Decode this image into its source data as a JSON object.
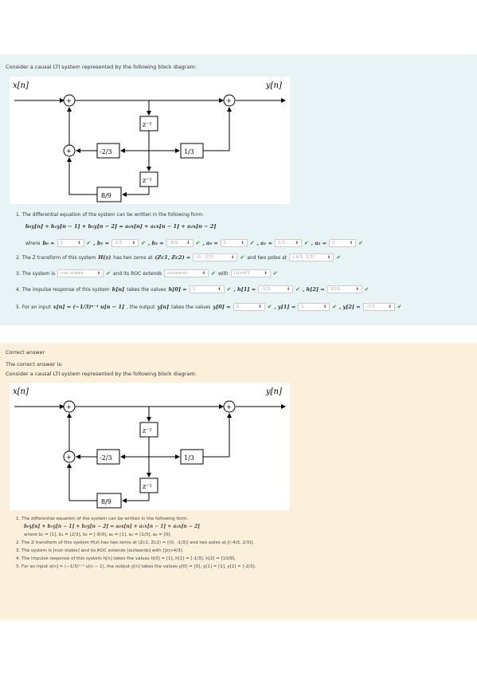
{
  "question": {
    "intro": "Consider a causal LTI system represented by the following block diagram:",
    "diagram": {
      "input_label": "x[n]",
      "output_label": "y[n]",
      "plus": "+",
      "delay_label": "z⁻¹",
      "gain_left": "-2/3",
      "gain_right": "1/3",
      "gain_bottom": "8/9"
    },
    "item1": {
      "text": "1. The differential equation of the system can be written in the following form:",
      "equation": "b₀y[n] + b₁y[n − 1] + b₂y[n − 2] = a₀x[n] + a₁x[n − 1] + a₂x[n − 2]",
      "where": "where",
      "b0": "b₀ =",
      "b0_val": "1",
      "b1": ", b₁ =",
      "b1_val": "2/3",
      "b2": ", b₂ =",
      "b2_val": "-8/9",
      "a0": ", a₀ =",
      "a0_val": "1",
      "a1": ", a₁ =",
      "a1_val": "1/3",
      "a2": ", a₂ =",
      "a2_val": "0"
    },
    "item2": {
      "text": "2. The Z transform of this system",
      "hz": "H(z)",
      "text2": "has two zeros at",
      "zeros": "(Zc1, Zc2) =",
      "zeros_val": "(0, -1/3)",
      "text3": "and two poles at",
      "poles_val": "(-4/3, 2/3)"
    },
    "item3": {
      "text": "3. The system is",
      "stable_val": "non stable",
      "text2": "and its ROC extends",
      "roc_val": "outwards",
      "text3": "with",
      "with_val": "|z|>4/3"
    },
    "item4": {
      "text": "4. The impulse response of this system",
      "hn": "h[n]",
      "text2": "takes the values",
      "h0": "h[0] =",
      "h0_val": "1",
      "h1": ", h[1] =",
      "h1_val": "-1/3",
      "h2": ", h[2] =",
      "h2_val": "10/9"
    },
    "item5": {
      "text": "5. For an input",
      "xn": "x[n] = (−1/3)ⁿ⁻¹ u[n − 1]",
      "text2": ", the output",
      "yn": "y[n]",
      "text3": "takes the values",
      "y0": "y[0] =",
      "y0_val": "0",
      "y1": ", y[1] =",
      "y1_val": "1",
      "y2": ", y[2] =",
      "y2_val": "-2/3"
    }
  },
  "answer": {
    "heading": "Correct answer",
    "subheading": "The correct answer is:",
    "intro": "Consider a causal LTI system represented by the following block diagram:",
    "lines": [
      "1. The differential equation of the system can be written in the following form:",
      "b₀y[n] + b₁y[n − 1] + b₂y[n − 2] = a₀x[n] + a₁x[n − 1] + a₂x[n − 2]",
      "where b₀ = [1], b₁ = [2/3], b₂ = [-8/9], a₀ = [1], a₁ = [1/3], a₂ = [0].",
      "2. The Z transform of this system H(z) has two zeros at (Zc1, Zc2) = [(0, -1/3)] and two poles at [(-4/3, 2/3)].",
      "3. The system is [non stable] and its ROC extends [outwards] with [|z|>4/3].",
      "4. The impulse response of this system h[n] takes the values h[0] = [1], h[1] = [-1/3], h[2] = [10/9].",
      "5. For an input x[n] = (−1/3)ⁿ⁻¹ u[n − 1], the output y[n] takes the values y[0] = [0], y[1] = [1], y[2] = [-2/3]."
    ]
  },
  "icons": {
    "check": "✔",
    "dropdown": "⬍"
  },
  "colors": {
    "question_bg": "#e7f3f5",
    "answer_bg": "#fcefdc",
    "check": "#3a8a2e"
  }
}
